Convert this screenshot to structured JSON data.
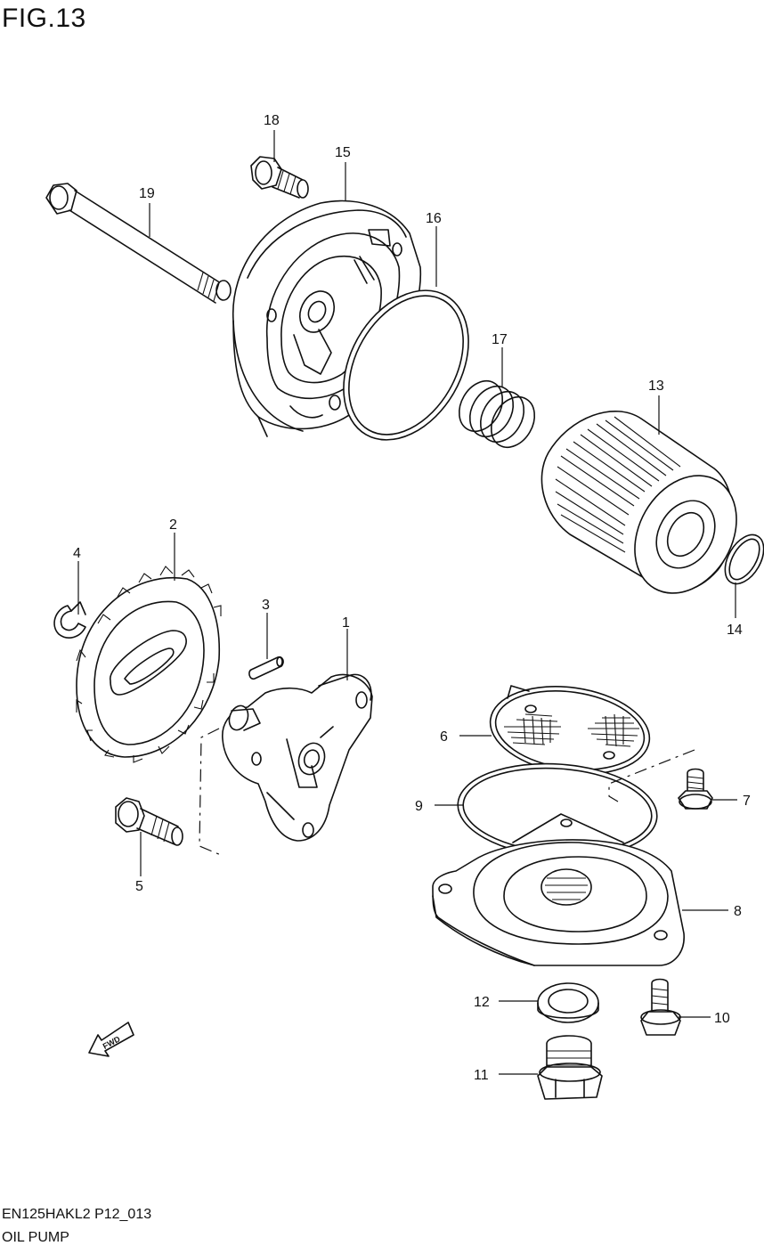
{
  "figure": {
    "title": "FIG.13",
    "code": "EN125HAKL2 P12_013",
    "name": "OIL PUMP"
  },
  "fwd_label": "FWD",
  "callouts": {
    "c1": "1",
    "c2": "2",
    "c3": "3",
    "c4": "4",
    "c5": "5",
    "c6": "6",
    "c7": "7",
    "c8": "8",
    "c9": "9",
    "c10": "10",
    "c11": "11",
    "c12": "12",
    "c13": "13",
    "c14": "14",
    "c15": "15",
    "c16": "16",
    "c17": "17",
    "c18": "18",
    "c19": "19"
  },
  "colors": {
    "line": "#111111",
    "background": "#ffffff"
  }
}
